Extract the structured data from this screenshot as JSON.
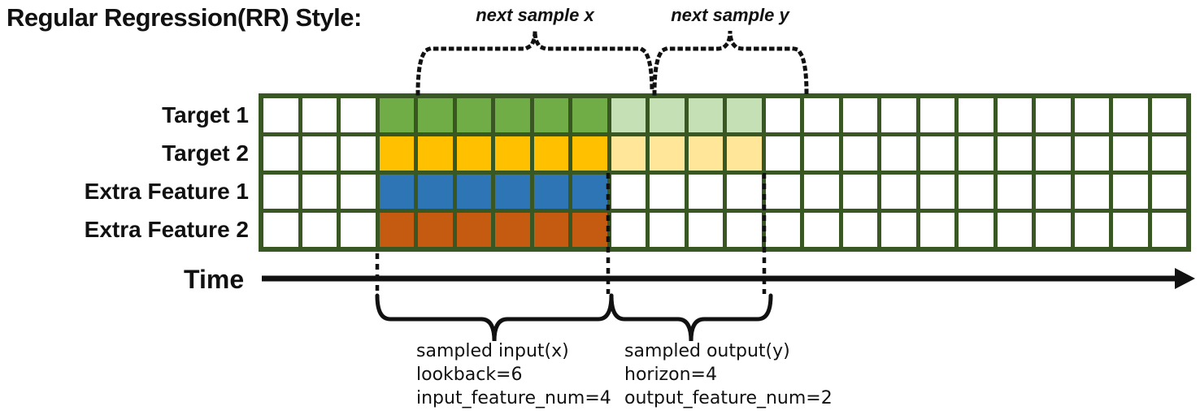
{
  "title": "Regular Regression(RR) Style:",
  "annotations": {
    "next_sample_x": "next sample x",
    "next_sample_y": "next sample y",
    "time_label": "Time",
    "input_lines": [
      "sampled input(x)",
      "lookback=6",
      "input_feature_num=4"
    ],
    "output_lines": [
      "sampled output(y)",
      "horizon=4",
      "output_feature_num=2"
    ]
  },
  "grid": {
    "columns": 24,
    "input_start_col": 4,
    "lookback": 6,
    "horizon": 4,
    "line_color": "#385723",
    "cell_color": "#FFFFFF",
    "rows": [
      {
        "label": "Target 1",
        "input_color": "#70AD47",
        "output_color": "#C5E0B4"
      },
      {
        "label": "Target 2",
        "input_color": "#FFC000",
        "output_color": "#FFE699"
      },
      {
        "label": "Extra Feature 1",
        "input_color": "#2E75B6",
        "output_color": null
      },
      {
        "label": "Extra Feature 2",
        "input_color": "#C55A11",
        "output_color": null
      }
    ]
  },
  "colors": {
    "annotation_black": "#111111",
    "grid_line": "#385723",
    "target1_input": "#70AD47",
    "target1_output": "#C5E0B4",
    "target2_input": "#FFC000",
    "target2_output": "#FFE699",
    "extra1_input": "#2E75B6",
    "extra2_input": "#C55A11"
  }
}
